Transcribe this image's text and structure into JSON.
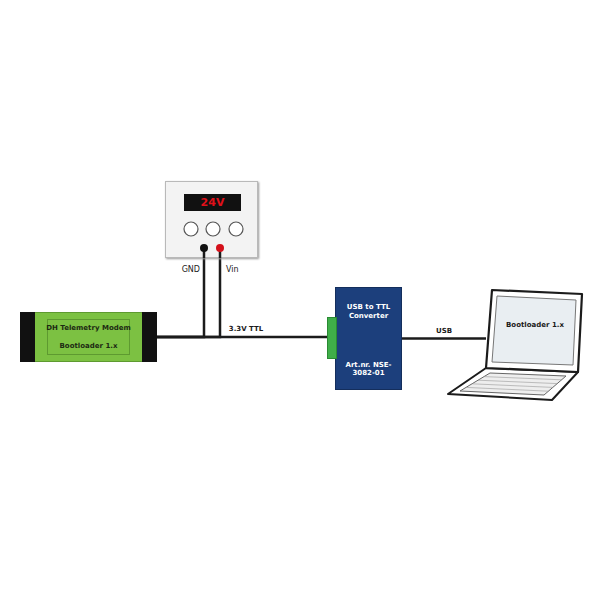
{
  "diagram": {
    "nodes": [
      {
        "text": [
          "DH Telemetry Modem",
          "Bootloader 1.x"
        ]
      },
      {
        "text": [
          "24V"
        ]
      },
      {
        "text": [
          "USB to TTL Converter",
          "Art.nr. NSE-3082-01"
        ]
      },
      {
        "text": [
          "Bootloader 1.x"
        ]
      }
    ],
    "edges": [
      {
        "from": 1,
        "to": 0,
        "arrow": "none"
      },
      {
        "from": 1,
        "to": 0,
        "arrow": "none"
      },
      {
        "from": 0,
        "to": 2,
        "label": "3.3V TTL",
        "arrow": "none"
      },
      {
        "from": 2,
        "to": 3,
        "label": "USB",
        "arrow": "none"
      }
    ],
    "labels": [
      "GND",
      "Vin"
    ]
  }
}
